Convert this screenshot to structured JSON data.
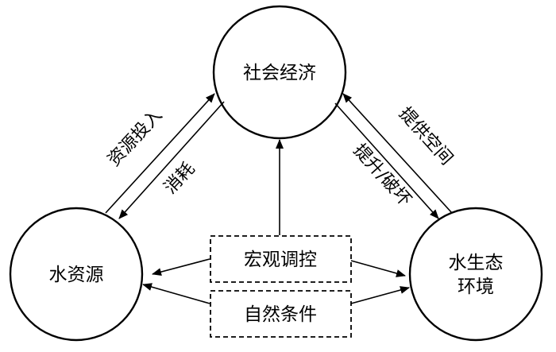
{
  "nodes": {
    "top": "社会经济",
    "left": "水资源",
    "right_line1": "水生态",
    "right_line2": "环境"
  },
  "edges": {
    "left_up": "资源投入",
    "left_down": "消耗",
    "right_down": "提升/破坏",
    "right_up": "提供空间"
  },
  "boxes": {
    "macro_control": "宏观调控",
    "natural_conditions": "自然条件"
  }
}
